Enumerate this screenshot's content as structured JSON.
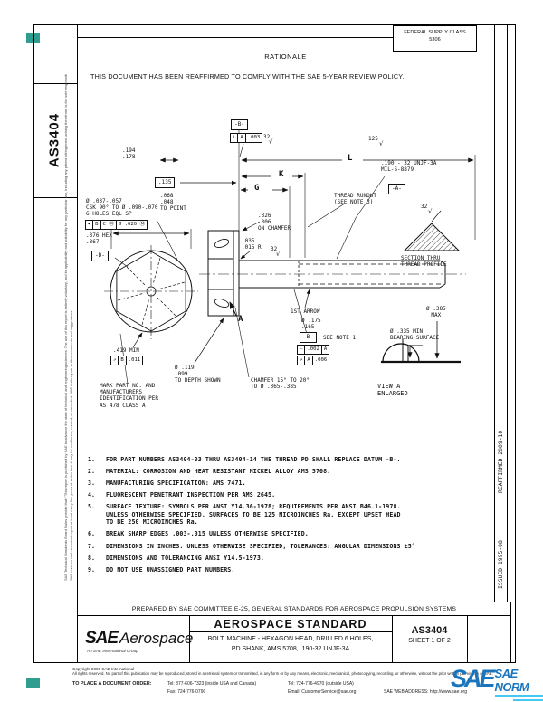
{
  "header": {
    "supply_class_label": "FEDERAL SUPPLY CLASS",
    "supply_class_value": "5306",
    "rationale_title": "RATIONALE",
    "rationale_text": "THIS DOCUMENT HAS BEEN REAFFIRMED TO COMPLY WITH THE SAE 5-YEAR REVIEW POLICY."
  },
  "margins": {
    "doc_number_vertical": "AS3404",
    "reaffirmed": "REAFFIRMED 2009-10",
    "issued": "ISSUED 1995-08",
    "board_rules": "SAE Technical Standards Board Rules provide that: \"This report is published by SAE to advance the state of technical and engineering sciences. The use of this report is entirely voluntary, and its applicability and suitability for any particular use, including any patent infringement arising therefrom, is the sole responsibility of the user.\"",
    "review_note": "SAE reviews each technical report at least every five years at which time it may be reaffirmed, revised, or cancelled. SAE invites your written comments and suggestions."
  },
  "drawing": {
    "labels": {
      "datum_b": "-B-",
      "datum_a": "-A-",
      "datum_d": "-D-",
      "datum_b2": "-B-",
      "finish_32": "32",
      "finish_125": "125",
      "finish_check": "√",
      "dim_L": "L",
      "dim_K": "K",
      "dim_G": "G",
      "dim_194": ".194\n.178",
      "dim_135": ".135",
      "dim_068": ".068\n.048\nTO POINT",
      "thread_runout": "THREAD RUNOUT\n(SEE NOTE 3)",
      "thread_callout": ".190 - 32 UNJF-3A\nMIL-S-8879",
      "section_caption": "SECTION THRU\nTHREAD PROFILE",
      "hole_callout": "Ø .037-.057\nCSK 90° TO Ø .090-.070\n6 HOLES EQL SP",
      "hex_dim": ".376 HEX\n.367",
      "dim_419": ".419 MIN",
      "mark_note": "MARK PART NO. AND\nMANUFACTURERS\nIDENTIFICATION PER\nAS 478 CLASS A",
      "hole_depth": "Ø .119\n  .099\nTO DEPTH SHOWN",
      "chamfer_note": "CHAMFER 15° TO 20°\nTO Ø .365-.385",
      "chamfer_dim": ".326\n.306\nON CHAMFER",
      "radius_dim": ".035\n.015 R",
      "first_arrow": "1ST ARROW",
      "dia_175": "Ø .175\n  .165",
      "see_note_1": "SEE NOTE 1",
      "dia_385": "Ø .385\nMAX",
      "bearing": "Ø .335 MIN\nBEARING SURFACE",
      "view_a": "VIEW A\nENLARGED",
      "view_arrow_letter": "A"
    },
    "fcf": {
      "perp": [
        "⊥",
        "A",
        ".003"
      ],
      "position": [
        "⌖",
        "B",
        "C Ⓜ",
        "Ø .020 Ⓜ"
      ],
      "runout_b": [
        "↗",
        "B",
        ".011"
      ],
      "straightness": [
        "—",
        ".002",
        "A"
      ],
      "runout_a": [
        "↗",
        "A",
        ".006"
      ]
    }
  },
  "notes": {
    "items": [
      {
        "num": "1.",
        "text": "FOR PART NUMBERS AS3404-03 THRU AS3404-14 THE THREAD PD SHALL REPLACE DATUM -B-."
      },
      {
        "num": "2.",
        "text": "MATERIAL:  CORROSION AND HEAT RESISTANT NICKEL ALLOY AMS 5708."
      },
      {
        "num": "3.",
        "text": "MANUFACTURING SPECIFICATION:  AMS 7471."
      },
      {
        "num": "4.",
        "text": "FLUORESCENT PENETRANT INSPECTION PER AMS 2645."
      },
      {
        "num": "5.",
        "text": "SURFACE TEXTURE:  SYMBOLS PER ANSI Y14.36-1978;  REQUIREMENTS PER ANSI B46.1-1978.\nUNLESS OTHERWISE SPECIFIED, SURFACES TO BE 125 MICROINCHES Ra.  EXCEPT UPSET HEAD\nTO BE 250 MICROINCHES Ra."
      },
      {
        "num": "6.",
        "text": "BREAK SHARP EDGES .003-.015 UNLESS OTHERWISE SPECIFIED."
      },
      {
        "num": "7.",
        "text": "DIMENSIONS IN INCHES.  UNLESS OTHERWISE SPECIFIED, TOLERANCES:  ANGULAR DIMENSIONS ±5°"
      },
      {
        "num": "8.",
        "text": "DIMENSIONS AND TOLERANCING ANSI Y14.5-1973."
      },
      {
        "num": "9.",
        "text": "DO NOT USE UNASSIGNED PART NUMBERS."
      }
    ]
  },
  "titleblock": {
    "prepared_by": "PREPARED BY SAE COMMITTEE E-25, GENERAL STANDARDS FOR AEROSPACE PROPULSION SYSTEMS",
    "logo_sae": "SAE",
    "logo_aerospace": "Aerospace",
    "logo_sub": "An SAE International Group",
    "standard_type": "AEROSPACE STANDARD",
    "title_line1": "BOLT, MACHINE - HEXAGON HEAD, DRILLED 6 HOLES,",
    "title_line2": "PD SHANK, AMS 5708, .190-32 UNJF-3A",
    "doc_number": "AS3404",
    "sheet": "SHEET 1 OF 2"
  },
  "footer": {
    "copyright": "Copyright 2008 SAE International",
    "rights": "All rights reserved. No part of this publication may be reproduced, stored in a retrieval system or transmitted, in any form or by any means, electronic, mechanical, photocopying, recording, or otherwise, without the prior written permission of SAE.",
    "order_label": "TO PLACE A DOCUMENT ORDER:",
    "tel_inside": "Tel: 877-606-7323 (inside USA and Canada)",
    "tel_outside": "Tel: 724-776-4970 (outside USA)",
    "fax": "Fax: 724-776-0790",
    "email": "Email: CustomerService@sae.org",
    "web": "SAE WEB ADDRESS: http://www.sae.org",
    "norm_text": "SAE NORM",
    "norm_sae": "SAE"
  }
}
